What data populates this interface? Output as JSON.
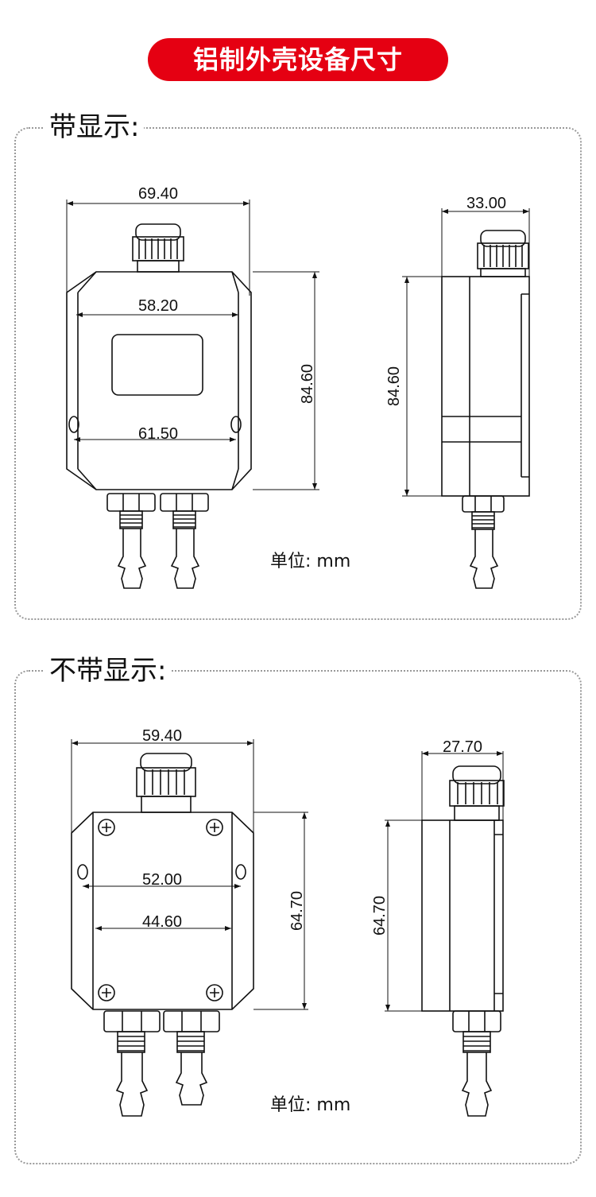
{
  "banner": {
    "title": "铝制外壳设备尺寸"
  },
  "section_display": {
    "heading": "带显示:",
    "unit_label": "单位: mm",
    "dims": {
      "front_width": "69.40",
      "inner_width": "58.20",
      "hole_width": "61.50",
      "front_height": "84.60",
      "side_width": "33.00",
      "side_height": "84.60"
    }
  },
  "section_nodisplay": {
    "heading": "不带显示:",
    "unit_label": "单位: mm",
    "dims": {
      "front_width": "59.40",
      "hole_width": "52.00",
      "inner_width": "44.60",
      "front_height": "64.70",
      "side_width": "27.70",
      "side_height": "64.70"
    }
  },
  "colors": {
    "accent": "#e50012",
    "line": "#111111",
    "border": "#999999"
  }
}
